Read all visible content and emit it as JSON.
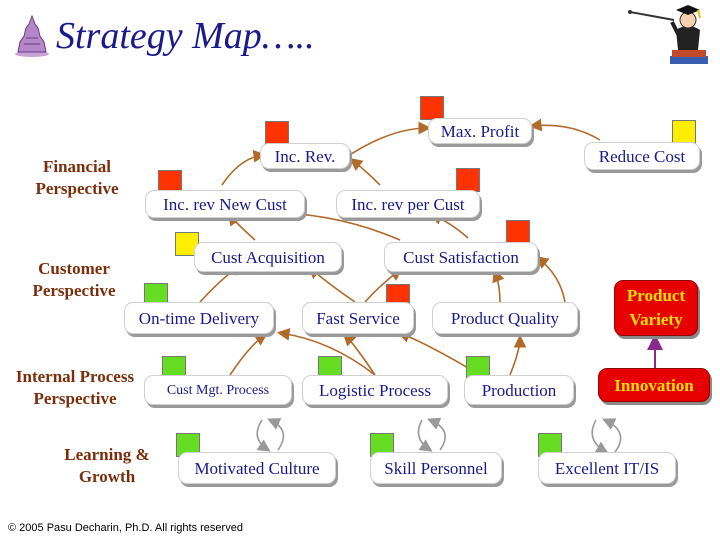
{
  "title": "Strategy Map…..",
  "perspectives": {
    "financial": [
      "Financial",
      "Perspective"
    ],
    "customer": [
      "Customer",
      "Perspective"
    ],
    "internal": [
      "Internal Process",
      "Perspective"
    ],
    "learning": [
      "Learning &",
      "Growth"
    ]
  },
  "nodes": {
    "max_profit": "Max. Profit",
    "inc_rev": "Inc. Rev.",
    "reduce_cost": "Reduce Cost",
    "inc_rev_new_cust": "Inc. rev New Cust",
    "inc_rev_per_cust": "Inc. rev per Cust",
    "cust_acquisition": "Cust Acquisition",
    "cust_satisfaction": "Cust Satisfaction",
    "on_time_delivery": "On-time Delivery",
    "fast_service": "Fast Service",
    "product_quality": "Product Quality",
    "product_variety": [
      "Product",
      "Variety"
    ],
    "cust_mgt_process": "Cust Mgt. Process",
    "logistic_process": "Logistic Process",
    "production": "Production",
    "innovation": "Innovation",
    "motivated_culture": "Motivated Culture",
    "skill_personnel": "Skill Personnel",
    "excellent_it": "Excellent IT/IS"
  },
  "status_colors": {
    "red": "#ff3300",
    "yellow": "#ffee00",
    "green": "#66dd22"
  },
  "footer": "© 2005 Pasu Decharin, Ph.D. All rights reserved"
}
